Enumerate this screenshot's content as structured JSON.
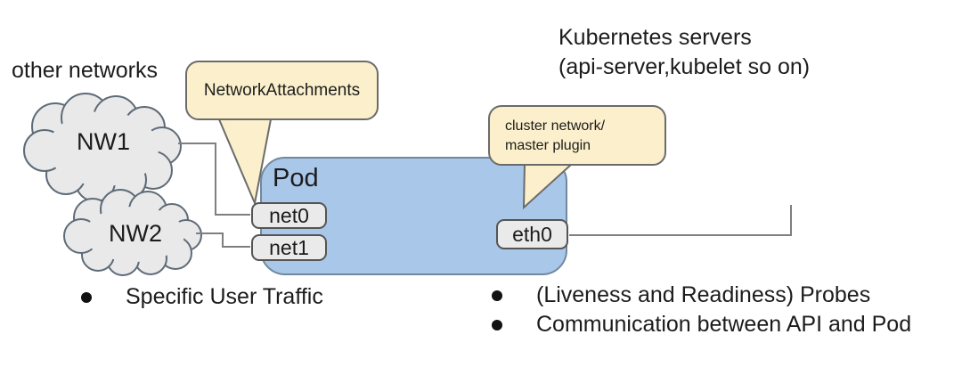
{
  "labels": {
    "other_networks": "other networks",
    "kubernetes_servers": [
      "Kubernetes servers",
      "(api-server,kubelet so on)"
    ]
  },
  "pod": {
    "label": "Pod"
  },
  "clouds": [
    {
      "label": "NW1"
    },
    {
      "label": "NW2"
    }
  ],
  "interfaces": [
    {
      "label": "net0"
    },
    {
      "label": "net1"
    },
    {
      "label": "eth0"
    }
  ],
  "callouts": [
    {
      "lines": [
        "NetworkAttachments"
      ]
    },
    {
      "lines": [
        "cluster network/",
        "master plugin"
      ]
    }
  ],
  "bullets": {
    "left": [
      "Specific User Traffic"
    ],
    "right": [
      "(Liveness and Readiness) Probes",
      "Communication between API and Pod"
    ]
  },
  "colors": {
    "pod_fill": "#A9C7E9",
    "pod_border": "#71889E",
    "box_fill": "#EAEAEA",
    "box_border": "#545454",
    "bubble_fill": "#FBF0CB",
    "bubble_border": "#6B6B6B",
    "cloud_fill": "#E9E9E9",
    "cloud_border": "#5E6B78",
    "line_color": "#7F7F7F",
    "text_color": "#1C1C1C"
  }
}
